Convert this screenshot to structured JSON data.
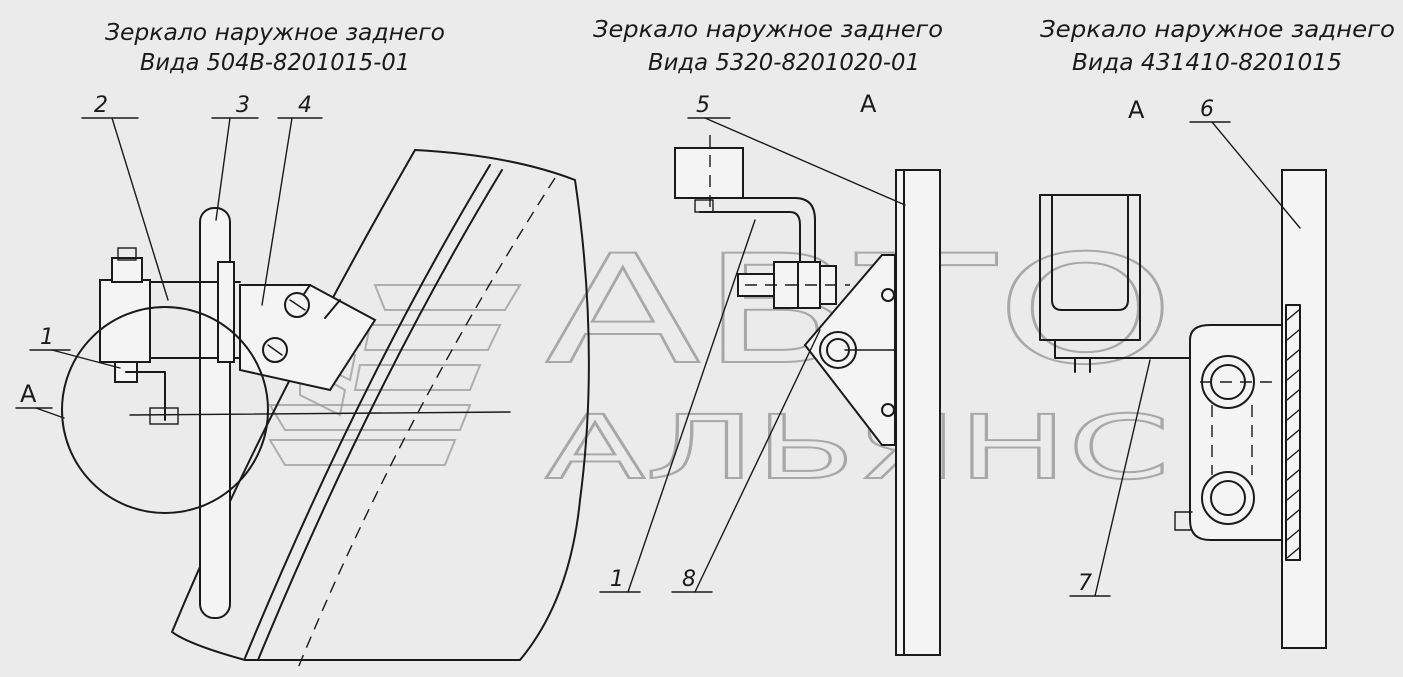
{
  "titles": {
    "mirror1": {
      "line1": "Зеркало наружное заднего",
      "line2": "Вида 504В-8201015-01"
    },
    "mirror2": {
      "line1": "Зеркало наружное заднего",
      "line2": "Вида 5320-8201020-01"
    },
    "mirror3": {
      "line1": "Зеркало наружное заднего",
      "line2": "Вида 431410-8201015"
    }
  },
  "view_labels": {
    "a_left": "А",
    "a_middle": "А",
    "a_right": "А"
  },
  "callouts": {
    "c1_left": "1",
    "c2": "2",
    "c3": "3",
    "c4": "4",
    "c5": "5",
    "c1_middle": "1",
    "c8": "8",
    "c6": "6",
    "c7": "7"
  },
  "watermark": {
    "line1": "АВТО",
    "line2": "АЛЬЯНС"
  }
}
